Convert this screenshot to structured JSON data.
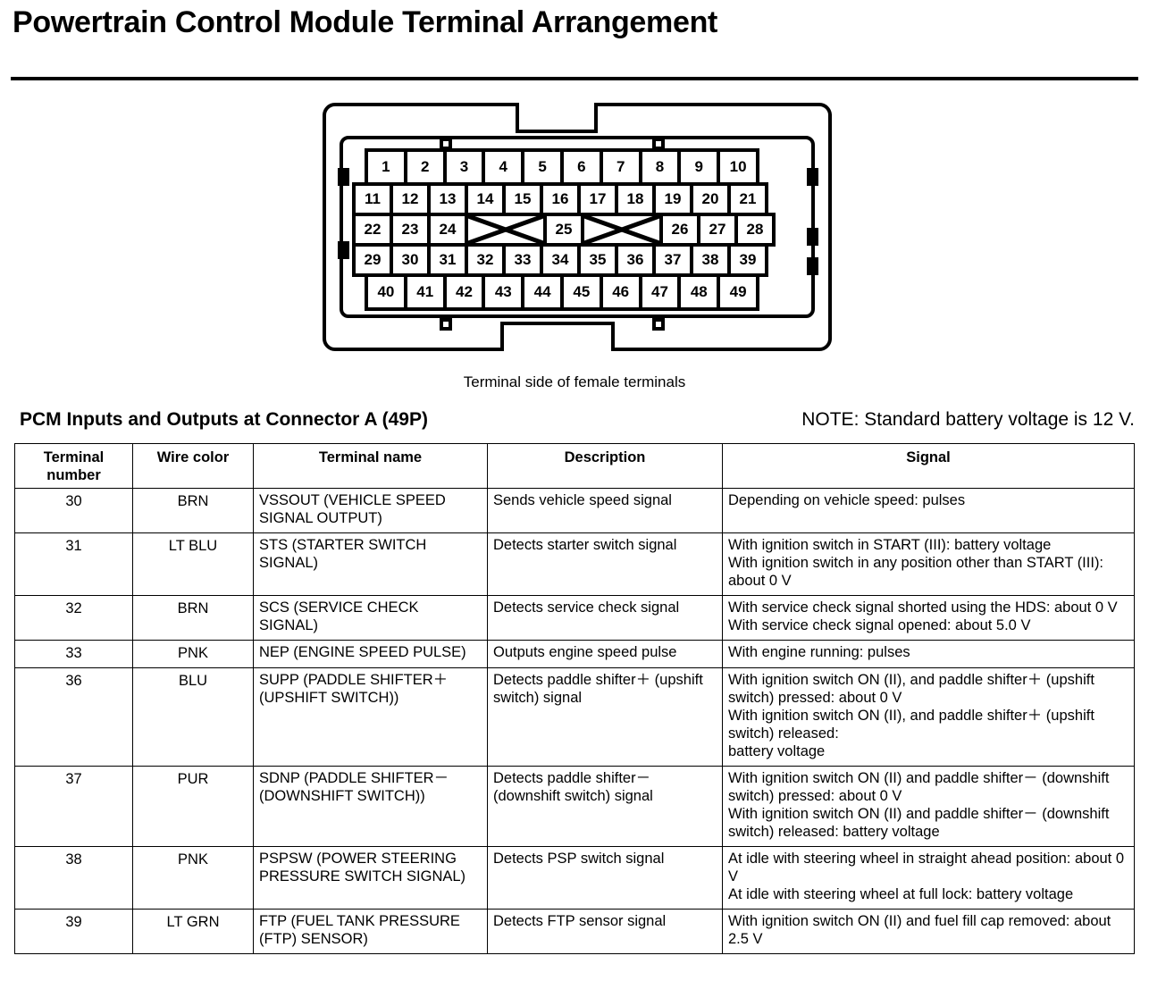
{
  "document": {
    "title": "Powertrain Control Module Terminal Arrangement"
  },
  "connector": {
    "caption": "Terminal side of female terminals",
    "rows": [
      {
        "style": "inset",
        "cells": [
          {
            "t": "1"
          },
          {
            "t": "2"
          },
          {
            "t": "3"
          },
          {
            "t": "4"
          },
          {
            "t": "5"
          },
          {
            "t": "6"
          },
          {
            "t": "7"
          },
          {
            "t": "8"
          },
          {
            "t": "9"
          },
          {
            "t": "10"
          }
        ]
      },
      {
        "style": "norm",
        "cells": [
          {
            "t": "11"
          },
          {
            "t": "12"
          },
          {
            "t": "13"
          },
          {
            "t": "14"
          },
          {
            "t": "15"
          },
          {
            "t": "16"
          },
          {
            "t": "17"
          },
          {
            "t": "18"
          },
          {
            "t": "19"
          },
          {
            "t": "20"
          },
          {
            "t": "21"
          }
        ]
      },
      {
        "style": "norm",
        "cells": [
          {
            "t": "22"
          },
          {
            "t": "23"
          },
          {
            "t": "24"
          },
          {
            "t": "",
            "blank": true
          },
          {
            "t": "25"
          },
          {
            "t": "",
            "blank": true
          },
          {
            "t": "26"
          },
          {
            "t": "27"
          },
          {
            "t": "28"
          }
        ]
      },
      {
        "style": "norm",
        "cells": [
          {
            "t": "29"
          },
          {
            "t": "30"
          },
          {
            "t": "31"
          },
          {
            "t": "32"
          },
          {
            "t": "33"
          },
          {
            "t": "34"
          },
          {
            "t": "35"
          },
          {
            "t": "36"
          },
          {
            "t": "37"
          },
          {
            "t": "38"
          },
          {
            "t": "39"
          }
        ]
      },
      {
        "style": "inset",
        "cells": [
          {
            "t": "40"
          },
          {
            "t": "41"
          },
          {
            "t": "42"
          },
          {
            "t": "43"
          },
          {
            "t": "44"
          },
          {
            "t": "45"
          },
          {
            "t": "46"
          },
          {
            "t": "47"
          },
          {
            "t": "48"
          },
          {
            "t": "49"
          }
        ]
      }
    ]
  },
  "section": {
    "heading": "PCM Inputs and Outputs at Connector A (49P)",
    "note": "NOTE: Standard battery voltage is 12 V."
  },
  "table": {
    "headers": {
      "terminal_number": "Terminal\nnumber",
      "terminal_number_l1": "Terminal",
      "terminal_number_l2": "number",
      "wire_color": "Wire color",
      "terminal_name": "Terminal name",
      "description": "Description",
      "signal": "Signal"
    },
    "rows": [
      {
        "terminal": "30",
        "wire": "BRN",
        "name": "VSSOUT (VEHICLE SPEED SIGNAL OUTPUT)",
        "description": "Sends vehicle speed signal",
        "signal": [
          "Depending on vehicle speed: pulses"
        ]
      },
      {
        "terminal": "31",
        "wire": "LT BLU",
        "name": "STS (STARTER SWITCH SIGNAL)",
        "description": "Detects starter switch signal",
        "signal": [
          "With ignition switch in START (III): battery voltage",
          "With ignition switch in any position other than START (III): about 0 V"
        ]
      },
      {
        "terminal": "32",
        "wire": "BRN",
        "name": "SCS (SERVICE CHECK SIGNAL)",
        "description": "Detects service check signal",
        "signal": [
          "With service check signal shorted using the HDS: about 0 V",
          "With service check signal opened: about 5.0 V"
        ]
      },
      {
        "terminal": "33",
        "wire": "PNK",
        "name": "NEP (ENGINE SPEED PULSE)",
        "description": "Outputs engine speed pulse",
        "signal": [
          "With engine running: pulses"
        ]
      },
      {
        "terminal": "36",
        "wire": "BLU",
        "name": "SUPP (PADDLE SHIFTER＋ (UPSHIFT SWITCH))",
        "description": "Detects paddle shifter＋ (upshift switch) signal",
        "signal": [
          "With ignition switch ON (II), and paddle shifter＋ (upshift switch) pressed: about 0 V",
          "With ignition switch ON (II), and paddle shifter＋ (upshift switch) released:",
          "battery voltage"
        ]
      },
      {
        "terminal": "37",
        "wire": "PUR",
        "name": "SDNP (PADDLE SHIFTER－ (DOWNSHIFT SWITCH))",
        "description": "Detects paddle shifter－ (downshift switch) signal",
        "signal": [
          "With ignition switch ON (II) and paddle shifter－ (downshift switch) pressed: about 0 V",
          "With ignition switch ON (II) and paddle shifter－ (downshift switch) released: battery voltage"
        ]
      },
      {
        "terminal": "38",
        "wire": "PNK",
        "name": "PSPSW (POWER STEERING PRESSURE SWITCH SIGNAL)",
        "description": "Detects PSP switch signal",
        "signal": [
          "At idle with steering wheel in straight ahead position: about 0 V",
          "At idle with steering wheel at full lock: battery voltage"
        ]
      },
      {
        "terminal": "39",
        "wire": "LT GRN",
        "name": "FTP (FUEL TANK PRESSURE (FTP) SENSOR)",
        "description": "Detects FTP sensor signal",
        "signal": [
          "With ignition switch ON (II) and fuel fill cap removed: about 2.5 V"
        ]
      }
    ]
  }
}
